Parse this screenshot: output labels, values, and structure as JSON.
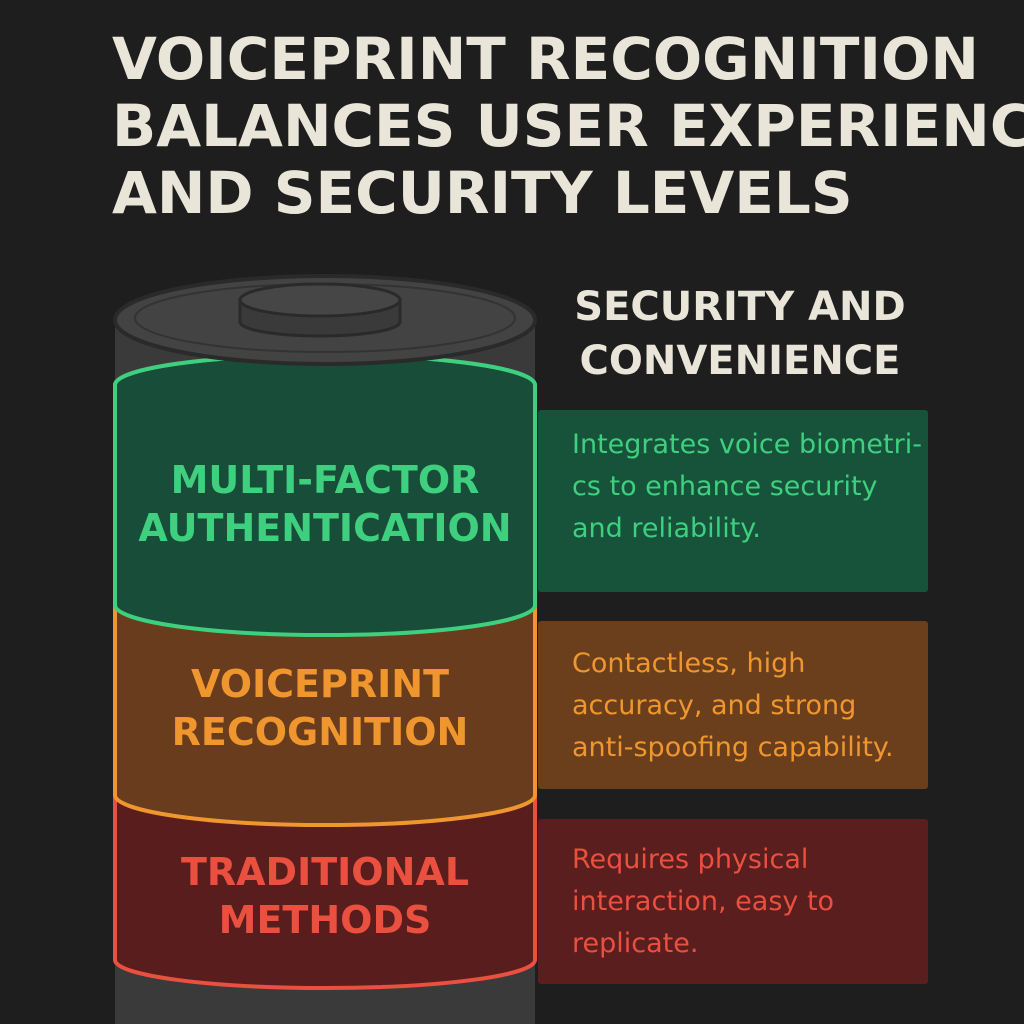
{
  "title": {
    "lines": [
      "VOICEPRINT RECOGNITION",
      "BALANCES USER EXPERIENCE",
      "AND SECURITY LEVELS"
    ]
  },
  "subtitle": {
    "lines": [
      "SECURITY AND",
      "CONVENIENCE"
    ]
  },
  "layers": [
    {
      "label_lines": [
        "MULTI-FACTOR",
        "AUTHENTICATION"
      ],
      "desc_lines": [
        "Integrates voice biometri-",
        "cs to enhance security",
        "and reliability."
      ],
      "accent": "#3ecf7f",
      "fill": "#184d39",
      "desc_bg": "#17523b"
    },
    {
      "label_lines": [
        "VOICEPRINT",
        "RECOGNITION"
      ],
      "desc_lines": [
        "Contactless, high",
        "accuracy, and strong",
        "anti-spoofing capability."
      ],
      "accent": "#f0962f",
      "fill": "#683c1c",
      "desc_bg": "#6b3f1c"
    },
    {
      "label_lines": [
        "TRADITIONAL",
        "METHODS"
      ],
      "desc_lines": [
        "Requires physical",
        "interaction, easy to",
        "replicate."
      ],
      "accent": "#e9503f",
      "fill": "#5a1d1d",
      "desc_bg": "#5a1e1e"
    }
  ],
  "colors": {
    "background": "#1e1e1e",
    "text_light": "#e9e5d8",
    "cylinder_body": "#3a3a3a",
    "cylinder_edge": "#2a2a2a"
  }
}
